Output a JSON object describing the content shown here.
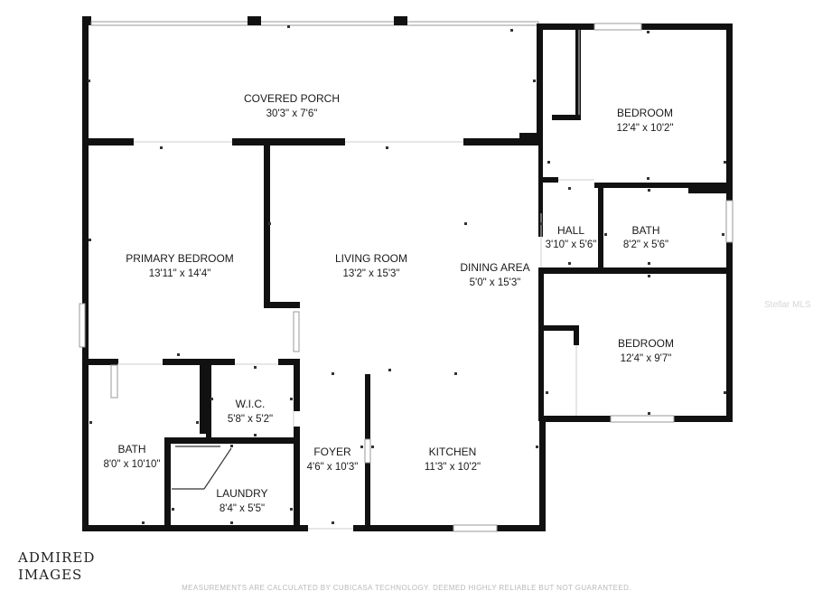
{
  "rooms": {
    "covered_porch": {
      "name": "COVERED PORCH",
      "dims": "30'3\" x 7'6\""
    },
    "bedroom_top": {
      "name": "BEDROOM",
      "dims": "12'4\" x 10'2\""
    },
    "primary_bedroom": {
      "name": "PRIMARY BEDROOM",
      "dims": "13'11\" x 14'4\""
    },
    "living_room": {
      "name": "LIVING ROOM",
      "dims": "13'2\" x 15'3\""
    },
    "dining_area": {
      "name": "DINING AREA",
      "dims": "5'0\" x 15'3\""
    },
    "hall": {
      "name": "HALL",
      "dims": "3'10\" x 5'6\""
    },
    "bath_right": {
      "name": "BATH",
      "dims": "8'2\" x 5'6\""
    },
    "bedroom_bottom": {
      "name": "BEDROOM",
      "dims": "12'4\" x 9'7\""
    },
    "wic": {
      "name": "W.I.C.",
      "dims": "5'8\" x 5'2\""
    },
    "bath_left": {
      "name": "BATH",
      "dims": "8'0\" x 10'10\""
    },
    "foyer": {
      "name": "FOYER",
      "dims": "4'6\" x 10'3\""
    },
    "kitchen": {
      "name": "KITCHEN",
      "dims": "11'3\" x 10'2\""
    },
    "laundry": {
      "name": "LAUNDRY",
      "dims": "8'4\" x 5'5\""
    }
  },
  "logo": {
    "line1": "ADMIRED",
    "line2": "IMAGES"
  },
  "disclaimer": "MEASUREMENTS ARE CALCULATED BY CUBICASA TECHNOLOGY. DEEMED HIGHLY RELIABLE BUT NOT GUARANTEED.",
  "watermark": "Stellar MLS"
}
